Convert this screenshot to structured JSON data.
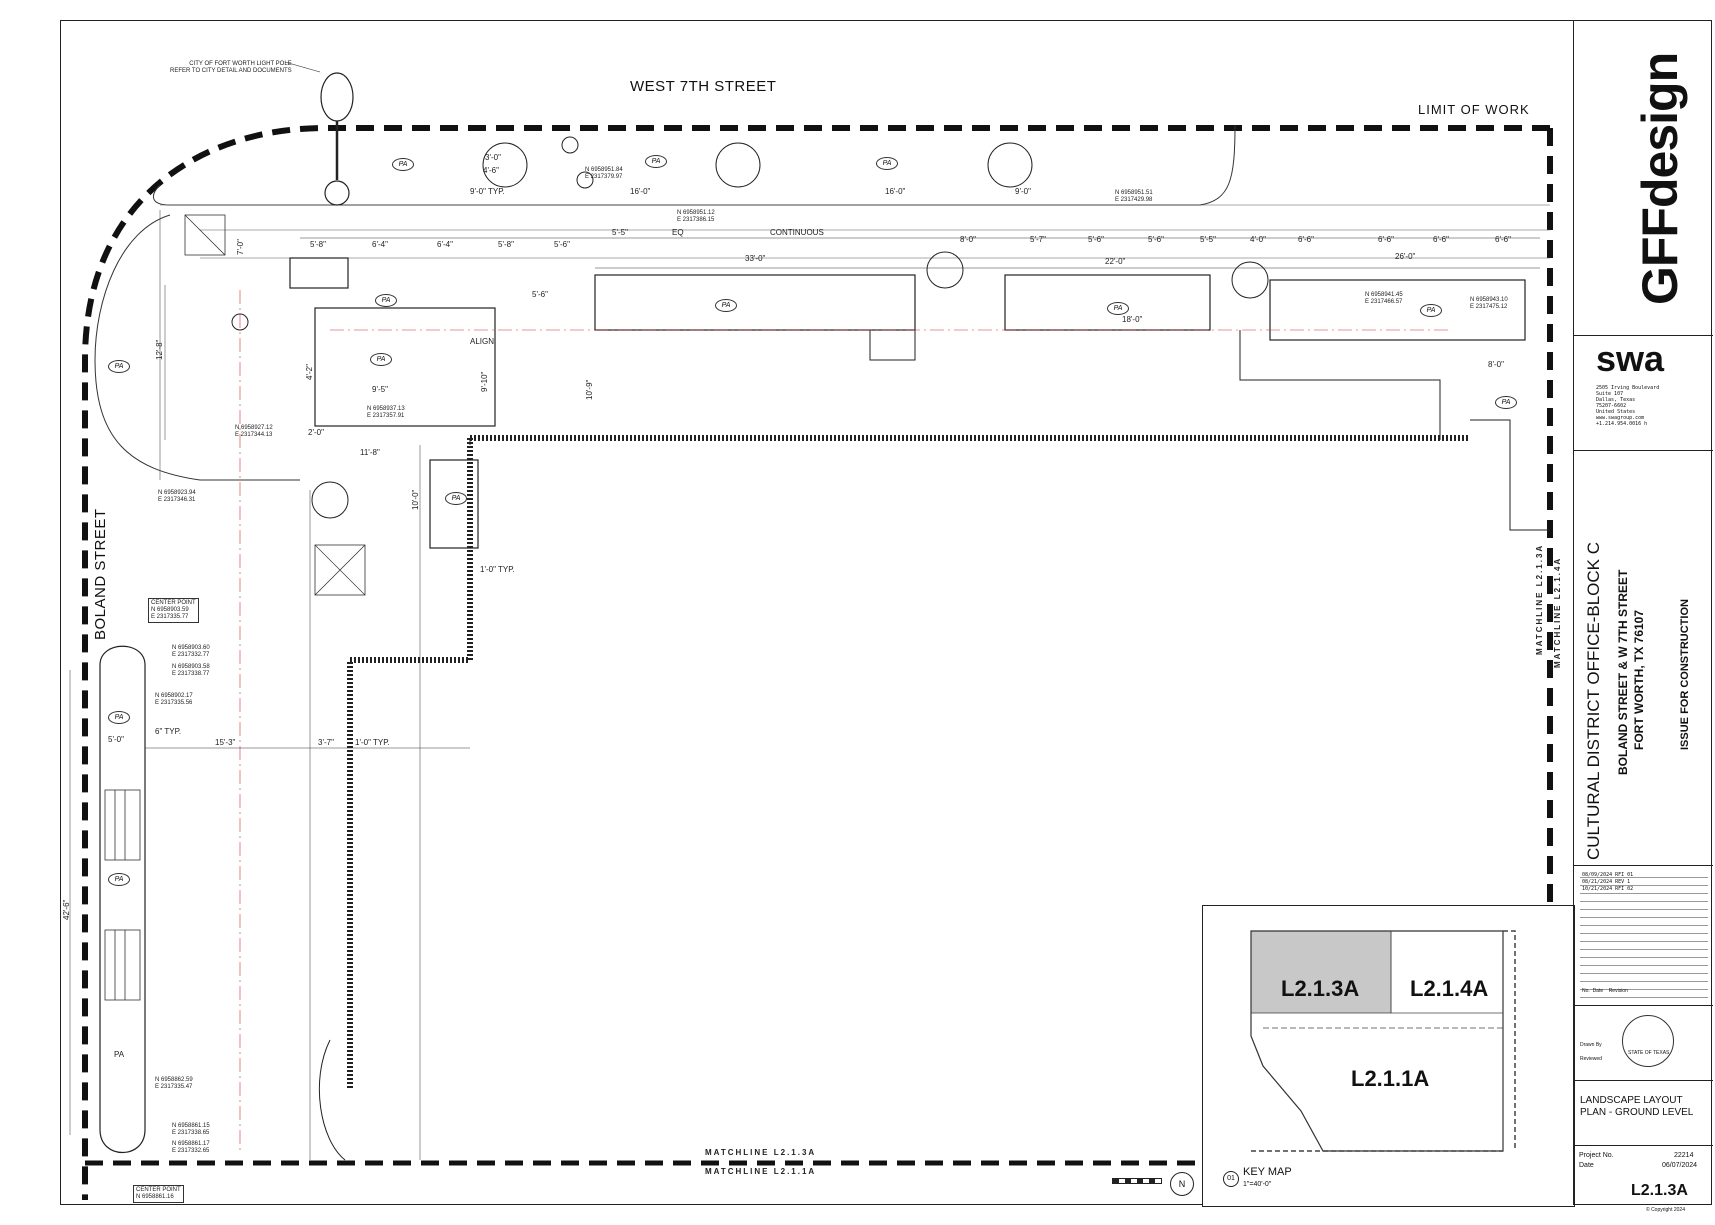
{
  "streets": {
    "west_7th": "WEST 7TH STREET",
    "boland": "BOLAND STREET"
  },
  "limit_of_work": "LIMIT OF WORK",
  "light_pole_note": [
    "CITY OF FORT WORTH LIGHT POLE",
    "REFER TO CITY DETAIL AND DOCUMENTS"
  ],
  "matchlines": {
    "bottom_top": "MATCHLINE L2.1.3A",
    "bottom_bottom": "MATCHLINE L2.1.1A",
    "right_left": "MATCHLINE L2.1.3A",
    "right_right": "MATCHLINE L2.1.4A"
  },
  "coordinates": [
    {
      "n": "N 6958951.84",
      "e": "E 2317379.97"
    },
    {
      "n": "N 6958951.12",
      "e": "E 2317386.15"
    },
    {
      "n": "N 6958951.51",
      "e": "E 2317429.98"
    },
    {
      "n": "N 6958941.45",
      "e": "E 2317466.57"
    },
    {
      "n": "N 6958943.10",
      "e": "E 2317475.12"
    },
    {
      "n": "N 6958937.13",
      "e": "E 2317357.91"
    },
    {
      "n": "N 6958927.12",
      "e": "E 2317344.13"
    },
    {
      "n": "N 6958923.94",
      "e": "E 2317346.31"
    },
    {
      "n": "N 6958903.60",
      "e": "E 2317332.77"
    },
    {
      "n": "N 6958903.58",
      "e": "E 2317338.77"
    },
    {
      "n": "N 6958902.17",
      "e": "E 2317335.56"
    },
    {
      "n": "N 6958862.59",
      "e": "E 2317335.47"
    },
    {
      "n": "N 6958861.15",
      "e": "E 2317338.65"
    },
    {
      "n": "N 6958861.17",
      "e": "E 2317332.65"
    }
  ],
  "center_points": [
    {
      "label": "CENTER POINT",
      "n": "N 6958903.59",
      "e": "E 2317335.77"
    },
    {
      "label": "CENTER POINT",
      "n": "N 6958861.16",
      "e": ""
    }
  ],
  "dimensions": {
    "top_row": [
      "5'-8\"",
      "6'-4\"",
      "6'-4\"",
      "5'-8\"",
      "5'-6\"",
      "5'-5\"",
      "8'-0\"",
      "5'-7\"",
      "5'-6\"",
      "5'-6\"",
      "5'-5\"",
      "4'-0\"",
      "6'-6\"",
      "6'-6\"",
      "6'-6\"",
      "6'-6\""
    ],
    "long": [
      "33'-0\"",
      "22'-0\"",
      "26'-0\"",
      "16'-0\"",
      "16'-0\"",
      "18'-0\"",
      "15'-3\"",
      "42'-6\"",
      "12'-8\"",
      "11'-8\"",
      "10'-9\"",
      "9'-10\"",
      "10'-0\""
    ],
    "misc": [
      "9'-0\" TYP.",
      "9'-0\"",
      "3'-0\"",
      "4'-6\"",
      "1'-0\" TYP.",
      "6\" TYP.",
      "5'-0\"",
      "3'-7\"",
      "EQ",
      "CONTINUOUS",
      "ALIGN",
      "1'-0\" TYP.",
      "8'-0\"",
      "2'-0\"",
      "9'-5\"",
      "5'-6\"",
      "4'-2\"",
      "7'-0\""
    ]
  },
  "pa_label": "PA",
  "title_block": {
    "firm_logo": "GFFdesign",
    "partner_logo": "swa",
    "partner_address": [
      "2505 Irving Boulevard",
      "Suite 107",
      "Dallas, Texas",
      "75207-6602",
      "United States",
      "www.swagroup.com",
      "+1.214.954.0016 h"
    ],
    "project_name": "CULTURAL DISTRICT OFFICE-BLOCK C",
    "project_address_1": "BOLAND STREET & W 7TH STREET",
    "project_address_2": "FORT WORTH, TX 76107",
    "issue": "ISSUE FOR CONSTRUCTION",
    "revision_header": [
      "No.",
      "Date",
      "Revision"
    ],
    "revisions": [
      "08/09/2024   RFI 01",
      "08/21/2024   REV 1",
      "10/21/2024   RFI 02"
    ],
    "drawn_by": "Drawn By",
    "reviewed": "Reviewed",
    "sheet_title": "LANDSCAPE LAYOUT PLAN - GROUND LEVEL",
    "project_no_label": "Project No.",
    "project_no": "22214",
    "date_label": "Date",
    "date": "06/07/2024",
    "sheet_number": "L2.1.3A",
    "copyright": "© Copyright 2024",
    "seal_text": "STATE OF TEXAS"
  },
  "key_map": {
    "number": "01",
    "title": "KEY MAP",
    "scale": "1\"=40'-0\"",
    "labels": [
      "L2.1.3A",
      "L2.1.4A",
      "L2.1.1A"
    ]
  },
  "north_arrow": "N"
}
